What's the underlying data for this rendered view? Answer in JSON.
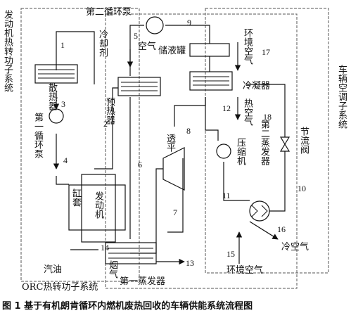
{
  "diagram": {
    "subsystems": {
      "engine_heat_work": "发动机热转功子系统",
      "vehicle_ac": "车辆空调子系统",
      "orc_heat_work": "ORC热转功子系统"
    },
    "components": {
      "second_pump": "第二循环泵",
      "coolant": "冷却剂",
      "radiator": "散热器",
      "first_pump": "第一循环泵",
      "preheater": "预热器",
      "cylinder_jacket": "缸套",
      "engine": "发动机",
      "gasoline": "汽油",
      "exhaust": "烟气",
      "first_evaporator": "第一蒸发器",
      "turbine": "透平",
      "air_in": "空气",
      "reservoir": "储液罐",
      "ambient_air_top": "环境空气",
      "condenser": "冷凝器",
      "hot_air": "热空气",
      "compressor": "压缩机",
      "second_evaporator": "第二蒸发器",
      "throttle_valve": "节流阀",
      "cold_air": "冷空气",
      "ambient_air_bottom": "环境空气"
    },
    "streams": [
      "1",
      "2",
      "3",
      "4",
      "5",
      "6",
      "7",
      "8",
      "9",
      "10",
      "11",
      "12",
      "13",
      "14",
      "15",
      "16",
      "17",
      "18"
    ]
  },
  "caption": "图 1   基于有机朗肯循环内燃机废热回收的车辆供能系统流程图"
}
